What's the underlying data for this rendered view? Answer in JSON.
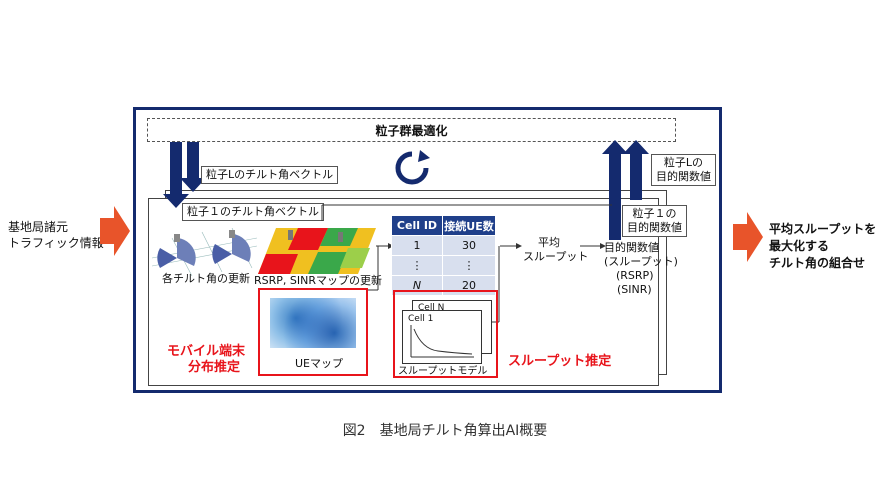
{
  "inputs": {
    "left_line1": "基地局諸元",
    "left_line2": "トラフィック情報"
  },
  "outputs": {
    "right_line1": "平均スループットを",
    "right_line2": "最大化する",
    "right_line3": "チルト角の組合せ"
  },
  "pso": {
    "title": "粒子群最適化"
  },
  "particles": {
    "tilt_L": "粒子Lのチルト角ベクトル",
    "tilt_1": "粒子１のチルト角ベクトル",
    "obj_L_line1": "粒子Lの",
    "obj_L_line2": "目的関数値",
    "obj_1_line1": "粒子１の",
    "obj_1_line2": "目的関数値"
  },
  "steps": {
    "tilt_update": "各チルト角の更新",
    "rsrp_update": "RSRP, SINRマップの更新",
    "ue_map": "UEマップ",
    "throughput_model": "スループットモデル",
    "cell_n": "Cell N",
    "cell_1": "Cell 1",
    "avg_line1": "平均",
    "avg_line2": "スループット",
    "objective_line1": "目的関数値",
    "objective_line2": "(スループット)",
    "objective_line3": "(RSRP)",
    "objective_line4": "(SINR)"
  },
  "estimations": {
    "mobile_line1": "モバイル端末",
    "mobile_line2": "分布推定",
    "throughput": "スループット推定"
  },
  "table": {
    "headers": [
      "Cell ID",
      "接続UE数"
    ],
    "rows": [
      [
        "1",
        "30"
      ],
      [
        "⋮",
        "⋮"
      ],
      [
        "N",
        "20"
      ]
    ]
  },
  "caption": "図2　基地局チルト角算出AI概要",
  "colors": {
    "navy": "#142a6e",
    "red": "#e8141b",
    "table_header": "#1f3f8a"
  }
}
